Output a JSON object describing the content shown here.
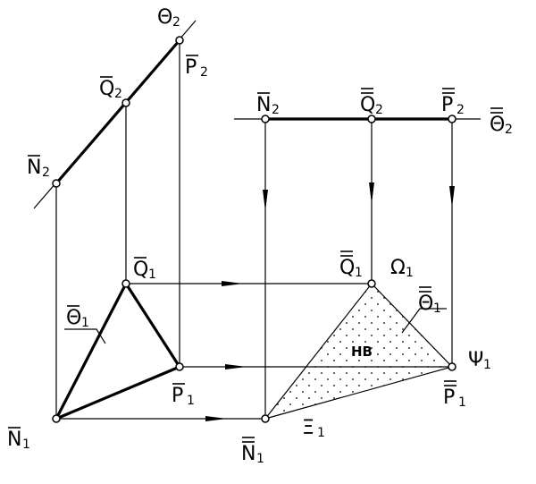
{
  "labels": {
    "theta2": {
      "base": "Θ",
      "sub": "2",
      "bars": 0
    },
    "p2": {
      "base": "P",
      "sub": "2",
      "bars": 1
    },
    "q2": {
      "base": "Q",
      "sub": "2",
      "bars": 1
    },
    "n2": {
      "base": "N",
      "sub": "2",
      "bars": 1
    },
    "q1": {
      "base": "Q",
      "sub": "1",
      "bars": 1
    },
    "theta1_bar": {
      "base": "Θ",
      "sub": "1",
      "bars": 1
    },
    "p1": {
      "base": "P",
      "sub": "1",
      "bars": 1
    },
    "n1": {
      "base": "N",
      "sub": "1",
      "bars": 1
    },
    "n2_bb": {
      "base": "N",
      "sub": "2",
      "bars": 1
    },
    "q2_bb": {
      "base": "Q",
      "sub": "2",
      "bars": 2
    },
    "p2_bb": {
      "base": "P",
      "sub": "2",
      "bars": 2
    },
    "theta2_bb": {
      "base": "Θ",
      "sub": "2",
      "bars": 2
    },
    "q1_bb": {
      "base": "Q",
      "sub": "1",
      "bars": 2
    },
    "omega1": {
      "base": "Ω",
      "sub": "1",
      "bars": 0
    },
    "theta1_bb": {
      "base": "Θ",
      "sub": "1",
      "bars": 2
    },
    "psi1": {
      "base": "Ψ",
      "sub": "1",
      "bars": 0
    },
    "p1_bb": {
      "base": "P",
      "sub": "1",
      "bars": 2
    },
    "xi1": {
      "base": "Ξ",
      "sub": "1",
      "bars": 0
    },
    "n1_bb": {
      "base": "N",
      "sub": "1",
      "bars": 2
    }
  },
  "true_view_label": "НВ"
}
